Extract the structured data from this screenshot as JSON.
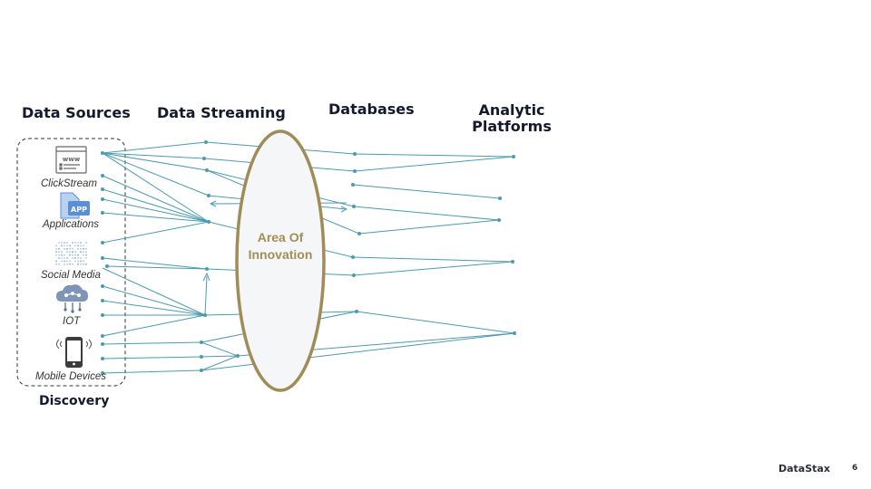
{
  "headings": {
    "data_sources": "Data Sources",
    "data_streaming": "Data Streaming",
    "databases": "Databases",
    "analytic_platforms": "Analytic Platforms",
    "discovery": "Discovery"
  },
  "sources": {
    "clickstream": "ClickStream",
    "applications": "Applications",
    "social_media": "Social Media",
    "iot": "IOT",
    "mobile_devices": "Mobile Devices"
  },
  "center": {
    "label": "Area Of Innovation"
  },
  "icons": {
    "clickstream": "browser-window-icon",
    "applications": "app-document-icon",
    "social_media": "social-dots-icon",
    "iot": "cloud-network-icon",
    "mobile_devices": "smartphone-icon"
  },
  "colors": {
    "connector": "#4a9bb1",
    "ellipse_border": "#a08c58",
    "ellipse_fill": "#f4f6f8",
    "center_text": "#a28e55",
    "heading_text": "#141a2e"
  },
  "footer": {
    "brand": "DataStax",
    "page_number": "6"
  }
}
